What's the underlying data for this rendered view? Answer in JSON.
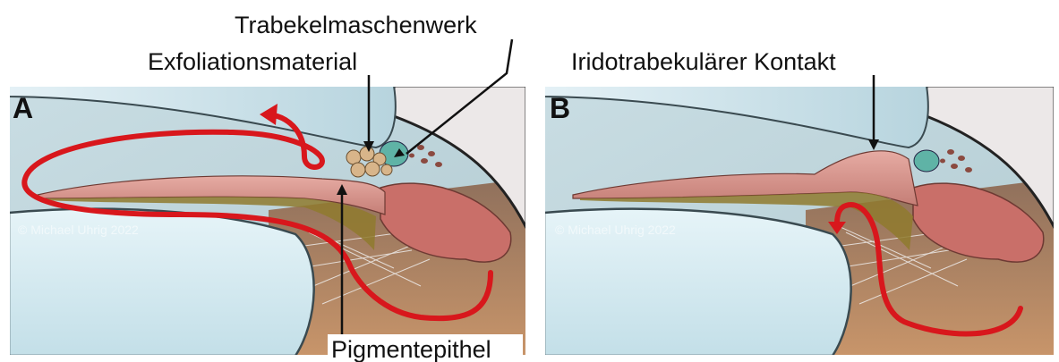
{
  "labels": {
    "trabecular_meshwork": "Trabekelmaschenwerk",
    "exfoliation_material": "Exfoliationsmaterial",
    "pigment_epithelium": "Pigmentepithel",
    "iridotrabecular_contact": "Iridotrabekulärer Kontakt"
  },
  "panels": [
    {
      "letter": "A",
      "copyright": "© Michael Uhrig 2022"
    },
    {
      "letter": "B",
      "copyright": "© Michael Uhrig 2022"
    }
  ],
  "colors": {
    "aqueous": "#c5dbe2",
    "lens": "#d9edf3",
    "cornea": "#ddeef5",
    "iris_stroma": "#d9958f",
    "ciliary_body": "#c86f6a",
    "pigment": "#8a7a30",
    "flow_arrow": "#d8171c",
    "background_tissue": "#a8846a"
  }
}
